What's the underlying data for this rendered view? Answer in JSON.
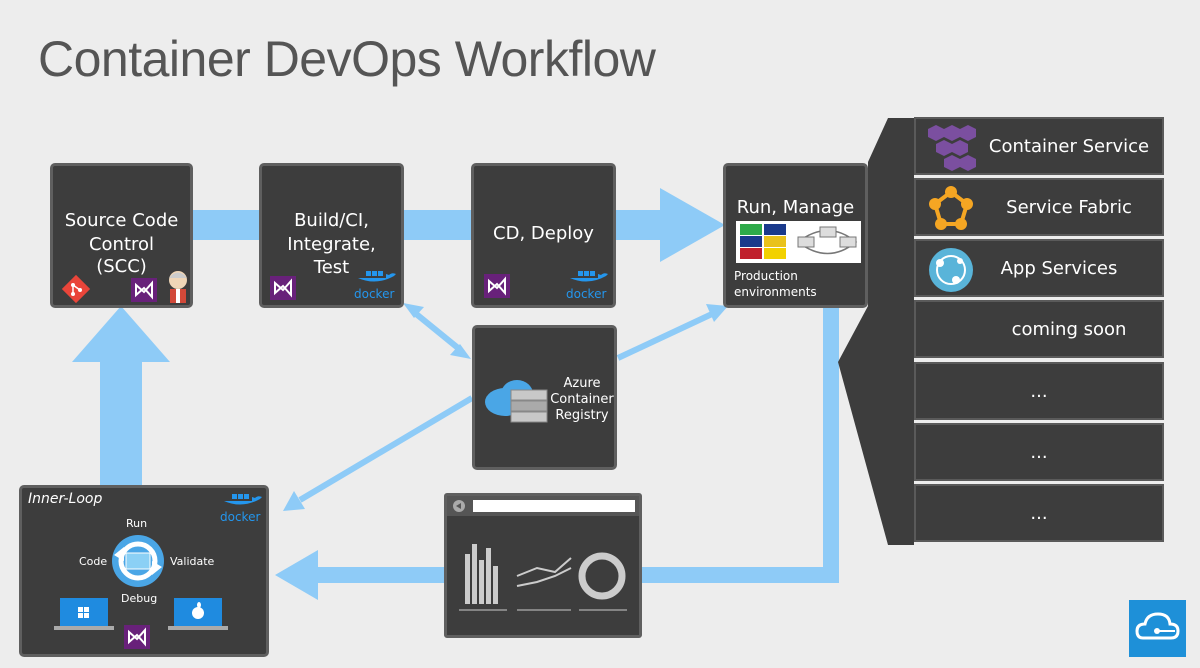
{
  "title": "Container DevOps Workflow",
  "boxes": {
    "scc": {
      "line1": "Source Code",
      "line2": "Control",
      "sub": "(SCC)"
    },
    "build": {
      "line1": "Build/CI,",
      "line2": "Integrate,",
      "line3": "Test"
    },
    "cd": {
      "label": "CD, Deploy"
    },
    "run": {
      "label": "Run, Manage",
      "sub1": "Production",
      "sub2": "environments"
    },
    "acr": {
      "line1": "Azure",
      "line2": "Container",
      "line3": "Registry"
    },
    "inner": {
      "title": "Inner-Loop",
      "run": "Run",
      "code": "Code",
      "validate": "Validate",
      "debug": "Debug"
    }
  },
  "docker_label": "docker",
  "services": [
    "Container Service",
    "Service Fabric",
    "App Services",
    "coming soon",
    "...",
    "...",
    "..."
  ],
  "colors": {
    "arrow": "#8ecbf7",
    "box": "#3d3d3d",
    "vs": "#68217a",
    "docker": "#2496ed",
    "git": "#e9453a"
  }
}
